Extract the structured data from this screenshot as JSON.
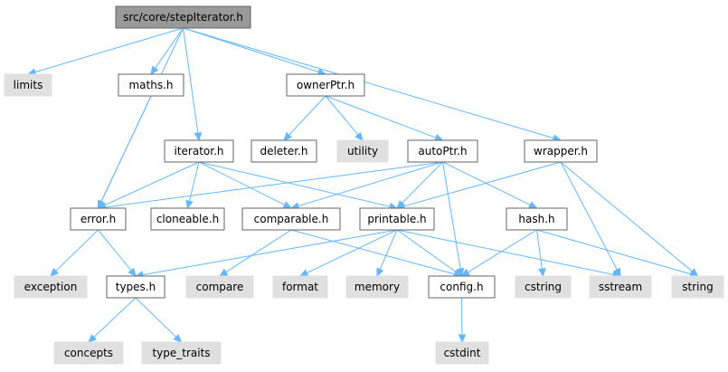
{
  "colors": {
    "edge": "#63b8ff",
    "root_fill": "#999999",
    "system_fill": "#e0e0e0",
    "border": "#666666"
  },
  "nodes": {
    "root": "src/core/stepIterator.h",
    "limits": "limits",
    "maths": "maths.h",
    "ownerptr": "ownerPtr.h",
    "iterator": "iterator.h",
    "deleter": "deleter.h",
    "utility": "utility",
    "autoptr": "autoPtr.h",
    "wrapper": "wrapper.h",
    "error": "error.h",
    "cloneable": "cloneable.h",
    "comparable": "comparable.h",
    "printable": "printable.h",
    "hash": "hash.h",
    "exception": "exception",
    "types": "types.h",
    "compare": "compare",
    "format": "format",
    "memory": "memory",
    "config": "config.h",
    "cstring": "cstring",
    "sstream": "sstream",
    "string": "string",
    "concepts": "concepts",
    "type_traits": "type_traits",
    "cstdint": "cstdint"
  },
  "edges": [
    [
      "root",
      "limits"
    ],
    [
      "root",
      "maths"
    ],
    [
      "root",
      "ownerptr"
    ],
    [
      "root",
      "iterator"
    ],
    [
      "root",
      "wrapper"
    ],
    [
      "root",
      "error"
    ],
    [
      "maths",
      "error"
    ],
    [
      "ownerptr",
      "deleter"
    ],
    [
      "ownerptr",
      "utility"
    ],
    [
      "ownerptr",
      "autoptr"
    ],
    [
      "iterator",
      "error"
    ],
    [
      "iterator",
      "cloneable"
    ],
    [
      "iterator",
      "comparable"
    ],
    [
      "iterator",
      "printable"
    ],
    [
      "autoptr",
      "error"
    ],
    [
      "autoptr",
      "comparable"
    ],
    [
      "autoptr",
      "printable"
    ],
    [
      "autoptr",
      "hash"
    ],
    [
      "autoptr",
      "config"
    ],
    [
      "wrapper",
      "printable"
    ],
    [
      "wrapper",
      "sstream"
    ],
    [
      "wrapper",
      "string"
    ],
    [
      "error",
      "exception"
    ],
    [
      "error",
      "types"
    ],
    [
      "comparable",
      "compare"
    ],
    [
      "comparable",
      "config"
    ],
    [
      "printable",
      "types"
    ],
    [
      "printable",
      "format"
    ],
    [
      "printable",
      "memory"
    ],
    [
      "printable",
      "config"
    ],
    [
      "printable",
      "sstream"
    ],
    [
      "hash",
      "cstring"
    ],
    [
      "hash",
      "config"
    ],
    [
      "hash",
      "string"
    ],
    [
      "types",
      "concepts"
    ],
    [
      "types",
      "type_traits"
    ],
    [
      "config",
      "cstdint"
    ]
  ]
}
